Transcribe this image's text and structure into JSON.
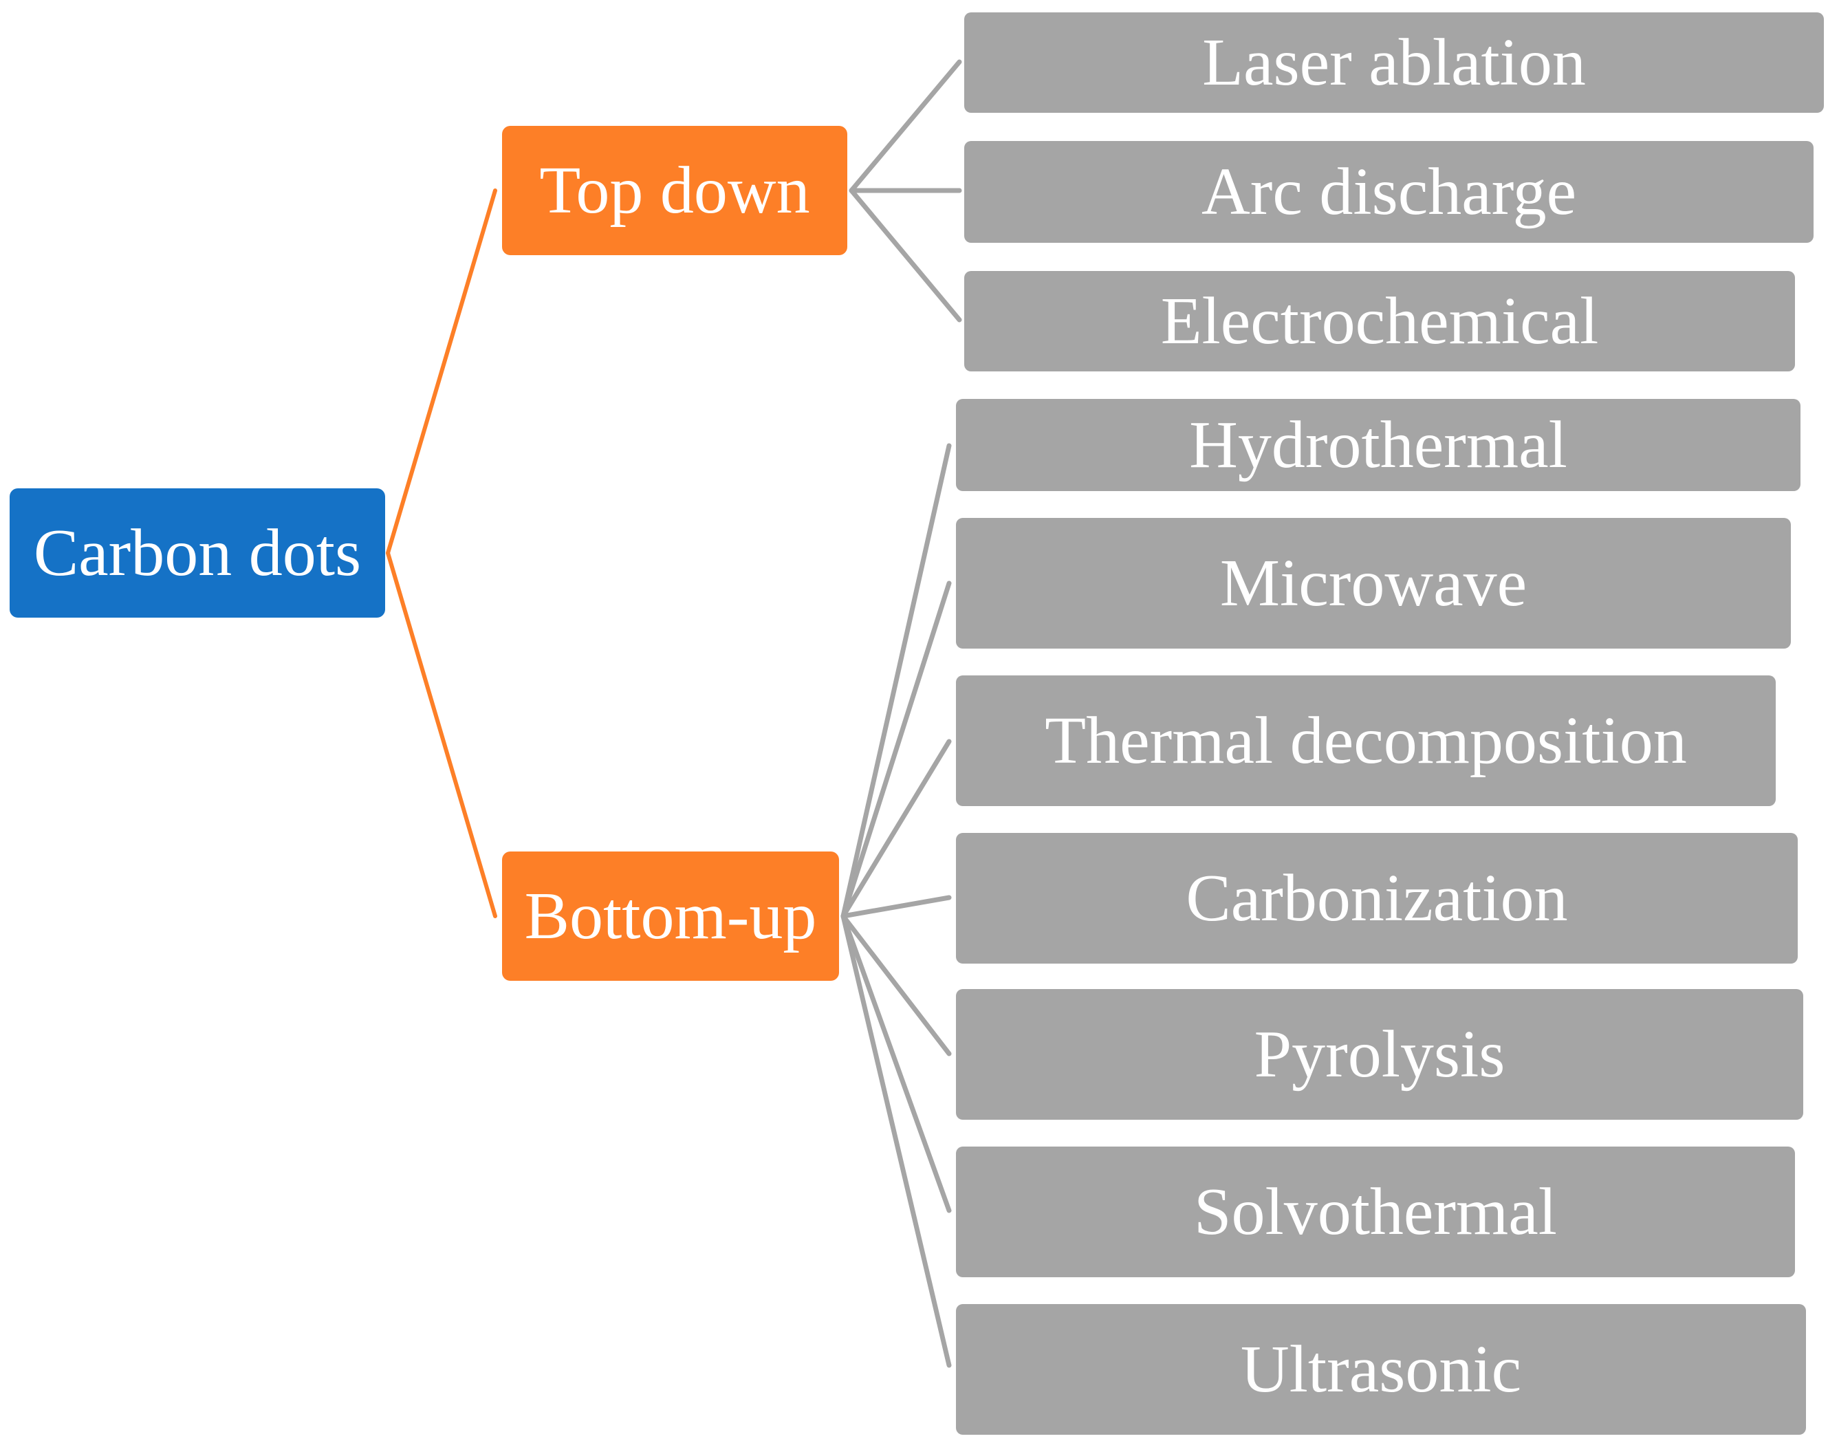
{
  "diagram": {
    "root": {
      "label": "Carbon dots",
      "color": "#1572c6"
    },
    "branches": [
      {
        "id": "top-down",
        "label": "Top down",
        "color": "#fd7f27",
        "children": [
          "Laser ablation",
          "Arc discharge",
          "Electrochemical"
        ]
      },
      {
        "id": "bottom-up",
        "label": "Bottom-up",
        "color": "#fd7f27",
        "children": [
          "Hydrothermal",
          "Microwave",
          "Thermal decomposition",
          "Carbonization",
          "Pyrolysis",
          "Solvothermal",
          "Ultrasonic"
        ]
      }
    ],
    "leaf_color": "#a5a5a5",
    "root_connector_color": "#fd7f27",
    "leaf_connector_color": "#a5a5a5"
  }
}
